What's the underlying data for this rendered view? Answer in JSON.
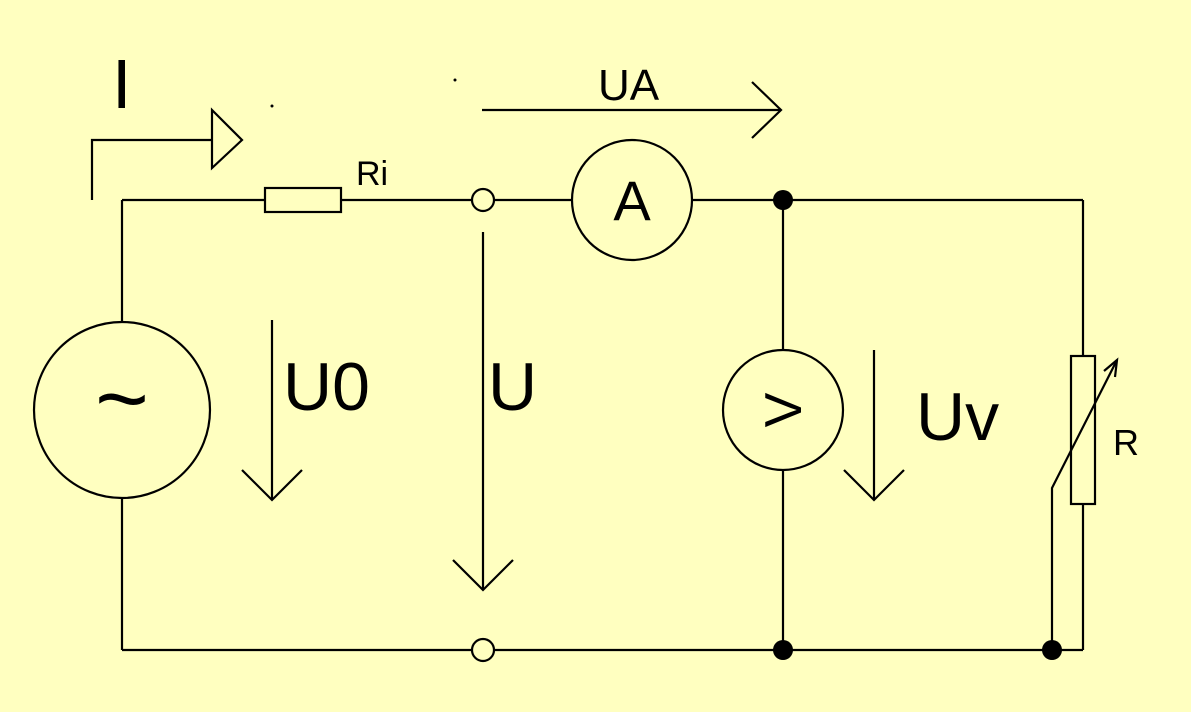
{
  "diagram": {
    "type": "circuit-schematic",
    "background_color": "#ffffc0",
    "line_color": "#000000",
    "labels": {
      "current": "I",
      "source_voltage": "U0",
      "internal_resistance": "Ri",
      "terminal_voltage": "U",
      "ammeter_voltage": "UA",
      "voltmeter_voltage": "Uv",
      "load_resistor": "R",
      "source_symbol": "~",
      "ammeter_symbol": "A",
      "voltmeter_symbol": "V"
    },
    "components": [
      {
        "id": "ac-source",
        "kind": "ac-voltage-source",
        "icon": "sine-wave-icon"
      },
      {
        "id": "ri",
        "kind": "resistor"
      },
      {
        "id": "ammeter",
        "kind": "ammeter"
      },
      {
        "id": "voltmeter",
        "kind": "voltmeter"
      },
      {
        "id": "r",
        "kind": "variable-resistor"
      },
      {
        "id": "terminals",
        "kind": "open-terminal-pair"
      }
    ]
  }
}
